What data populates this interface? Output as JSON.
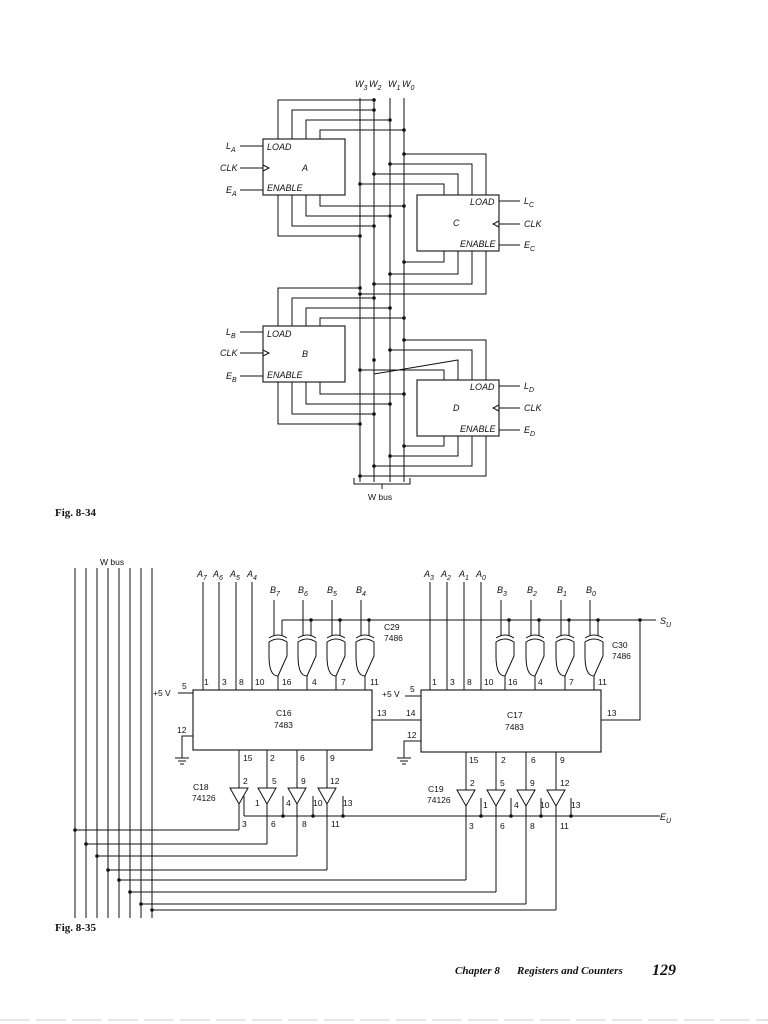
{
  "fig834": {
    "caption": "Fig. 8-34",
    "bus_labels": [
      "W",
      "W",
      "W",
      "W"
    ],
    "bus_subscripts": [
      "3",
      "2",
      "1",
      "0"
    ],
    "bus_name": "W bus",
    "registers": [
      {
        "id": "A",
        "name": "A",
        "load": "LOAD",
        "enable": "ENABLE",
        "l_sig": "L",
        "l_sub": "A",
        "clk": "CLK",
        "e_sig": "E",
        "e_sub": "A"
      },
      {
        "id": "C",
        "name": "C",
        "load": "LOAD",
        "enable": "ENABLE",
        "l_sig": "L",
        "l_sub": "C",
        "clk": "CLK",
        "e_sig": "E",
        "e_sub": "C"
      },
      {
        "id": "B",
        "name": "B",
        "load": "LOAD",
        "enable": "ENABLE",
        "l_sig": "L",
        "l_sub": "B",
        "clk": "CLK",
        "e_sig": "E",
        "e_sub": "B"
      },
      {
        "id": "D",
        "name": "D",
        "load": "LOAD",
        "enable": "ENABLE",
        "l_sig": "L",
        "l_sub": "D",
        "clk": "CLK",
        "e_sig": "E",
        "e_sub": "D"
      }
    ]
  },
  "fig835": {
    "caption": "Fig. 8-35",
    "bus_name": "W bus",
    "a_high": [
      "A",
      "A",
      "A",
      "A"
    ],
    "a_high_sub": [
      "7",
      "6",
      "5",
      "4"
    ],
    "b_high": [
      "B",
      "B",
      "B",
      "B"
    ],
    "b_high_sub": [
      "7",
      "6",
      "5",
      "4"
    ],
    "a_low": [
      "A",
      "A",
      "A",
      "A"
    ],
    "a_low_sub": [
      "3",
      "2",
      "1",
      "0"
    ],
    "b_low": [
      "B",
      "B",
      "B",
      "B"
    ],
    "b_low_sub": [
      "3",
      "2",
      "1",
      "0"
    ],
    "su": "S",
    "su_sub": "U",
    "eu": "E",
    "eu_sub": "U",
    "plus5v": "+5 V",
    "adder_left": {
      "ref": "C16",
      "part": "7483"
    },
    "adder_right": {
      "ref": "C17",
      "part": "7483"
    },
    "xor_left": {
      "ref": "C29",
      "part": "7486"
    },
    "xor_right": {
      "ref": "C30",
      "part": "7486"
    },
    "buf_left": {
      "ref": "C18",
      "part": "74126"
    },
    "buf_right": {
      "ref": "C19",
      "part": "74126"
    },
    "top_pins": [
      "1",
      "3",
      "8",
      "10",
      "16",
      "4",
      "7",
      "11"
    ],
    "bottom_pins": [
      "15",
      "2",
      "6",
      "9"
    ],
    "buf_in_pins": [
      "2",
      "5",
      "9",
      "12"
    ],
    "buf_en_pins": [
      "1",
      "4",
      "10",
      "13"
    ],
    "buf_out_pins": [
      "3",
      "6",
      "8",
      "11"
    ],
    "pin5": "5",
    "pin12": "12",
    "pin13": "13",
    "pin14": "14"
  },
  "footer": {
    "chapter": "Chapter 8",
    "title": "Registers and Counters",
    "page": "129"
  }
}
